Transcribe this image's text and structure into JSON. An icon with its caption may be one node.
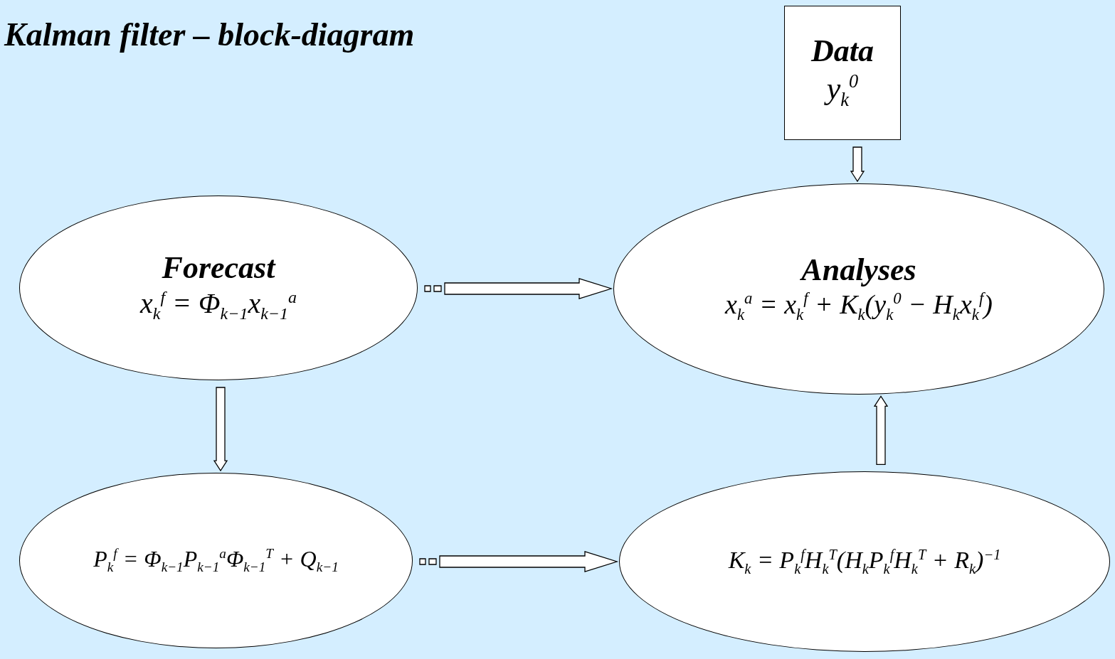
{
  "diagram": {
    "title": "Kalman filter – block-diagram",
    "nodes": [
      {
        "text": [
          "Data",
          "y$_{k}$$^{0}$"
        ]
      },
      {
        "text": [
          "Forecast",
          "x$_{k}$$^{f}$ = Φ$_{k−1}$x$_{k−1}$$^{a}$"
        ]
      },
      {
        "text": [
          "Analyses",
          "x$_{k}$$^{a}$ = x$_{k}$$^{f}$ + K$_{k}$(y$_{k}$$^{0}$ − H$_{k}$x$_{k}$$^{f}$)"
        ]
      },
      {
        "text": [
          "P$_{k}$$^{f}$ = Φ$_{k−1}$P$_{k−1}$$^{a}$Φ$_{k−1}$$^{T}$ + Q$_{k−1}$"
        ]
      },
      {
        "text": [
          "K$_{k}$ = P$_{k}$$^{f}$H$_{k}$$^{T}$(H$_{k}$P$_{k}$$^{f}$H$_{k}$$^{T}$ + R$_{k}$)$^{−1}$"
        ]
      }
    ],
    "edges": [
      {
        "from": 0,
        "to": 2,
        "arrow": "to"
      },
      {
        "from": 1,
        "to": 2,
        "arrow": "to"
      },
      {
        "from": 1,
        "to": 3,
        "arrow": "to"
      },
      {
        "from": 3,
        "to": 4,
        "arrow": "to"
      },
      {
        "from": 4,
        "to": 2,
        "arrow": "to"
      }
    ]
  }
}
